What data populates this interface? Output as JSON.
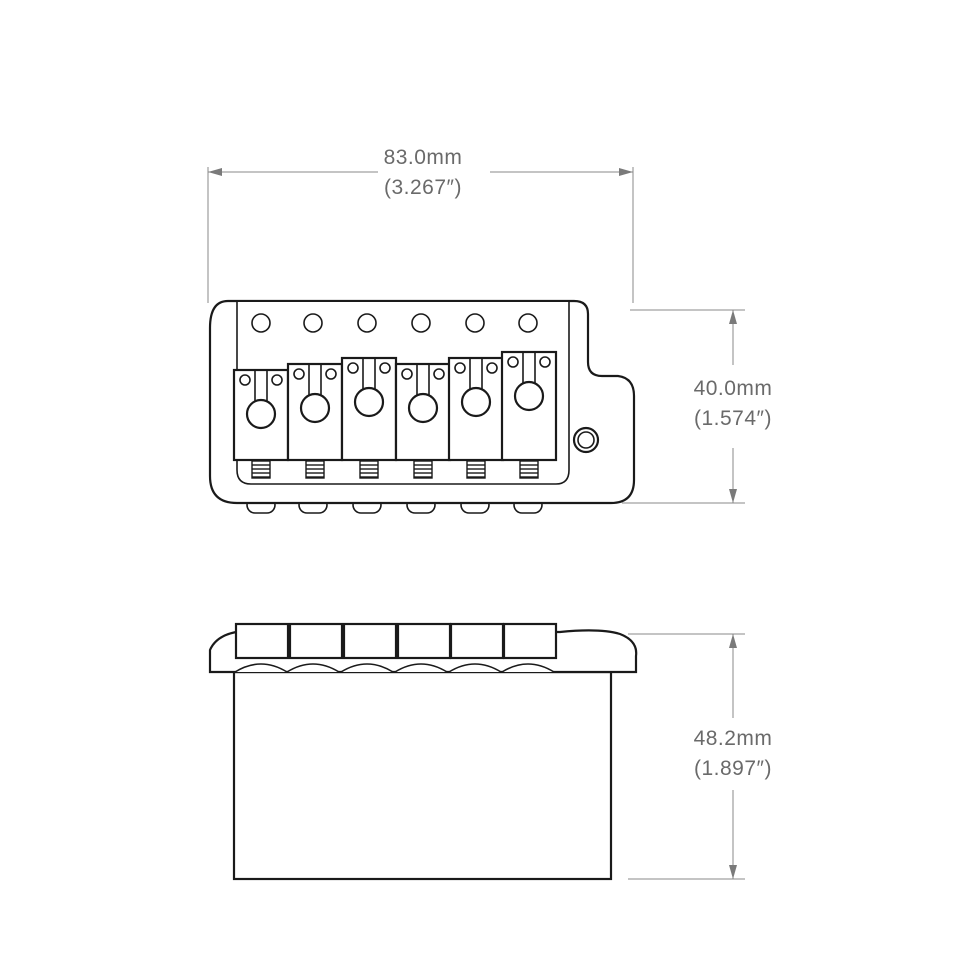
{
  "dimensions": {
    "width": {
      "metric": "83.0mm",
      "imperial": "(3.267″)"
    },
    "length": {
      "metric": "40.0mm",
      "imperial": "(1.574″)"
    },
    "height": {
      "metric": "48.2mm",
      "imperial": "(1.897″)"
    }
  },
  "views": [
    "top-view",
    "side-view"
  ],
  "saddle_count": 6
}
